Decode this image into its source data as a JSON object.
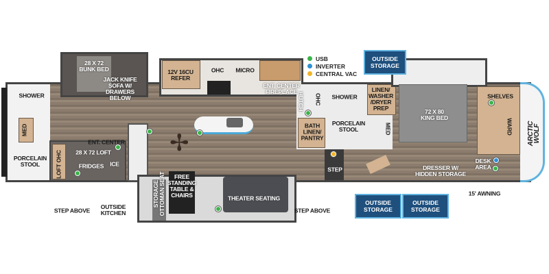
{
  "legend": [
    {
      "label": "USB",
      "color": "#3cb44a"
    },
    {
      "label": "INVERTER",
      "color": "#2f8fd6"
    },
    {
      "label": "CENTRAL VAC",
      "color": "#f0b52a"
    }
  ],
  "labels": {
    "bunk_bed": "28 X 72\nBUNK BED",
    "jack_knife_sofa": "JACK KNIFE\nSOFA W/\nDRAWERS\nBELOW",
    "refer": "12V 16CU\nREFER",
    "ohc_kitchen": "OHC",
    "micro": "MICRO",
    "ent_center_fireplace": "ENT. CENTER\nFIREPLACE",
    "rear_shower": "SHOWER",
    "rear_med": "MED",
    "rear_stool": "PORCELAIN\nSTOOL",
    "ent_center_loft": "ENT. CENTER",
    "loft": "28 X 72 LOFT",
    "fridges": "FRIDGES",
    "ice": "ICE",
    "loft_ohc": "LOFT OHC",
    "step_above_left": "STEP ABOVE",
    "outside_kitchen": "OUTSIDE\nKITCHEN",
    "storage_ottoman": "STORAGE\nOTTOMAN SEAT",
    "table_chairs": "FREE\nSTANDING\nTABLE &\nCHAIRS",
    "theater_seating": "THEATER SEATING",
    "step_above_mid": "STEP ABOVE",
    "hutch": "HUTCH",
    "ohc_bath": "OHC",
    "front_shower": "SHOWER",
    "linen_washer": "LINEN/\nWASHER\n/DRYER\nPREP",
    "king_bed": "72 X 80\nKING BED",
    "shelves": "SHELVES",
    "ward": "WARD",
    "bath_linen": "BATH\nLINEN/\nPANTRY",
    "front_stool": "PORCELAIN\nSTOOL",
    "front_med": "MED",
    "step": "STEP",
    "dresser": "DRESSER W/\nHIDDEN STORAGE",
    "desk_area": "DESK\nAREA",
    "awning": "15' AWNING"
  },
  "outside_storage": [
    "OUTSIDE\nSTORAGE",
    "OUTSIDE\nSTORAGE",
    "OUTSIDE\nSTORAGE"
  ],
  "logo": "ARCTIC WOLF",
  "colors": {
    "storage_badge": "#1e4f7d",
    "badge_border": "#5fb3e0",
    "floor": "#8b7c6e"
  }
}
